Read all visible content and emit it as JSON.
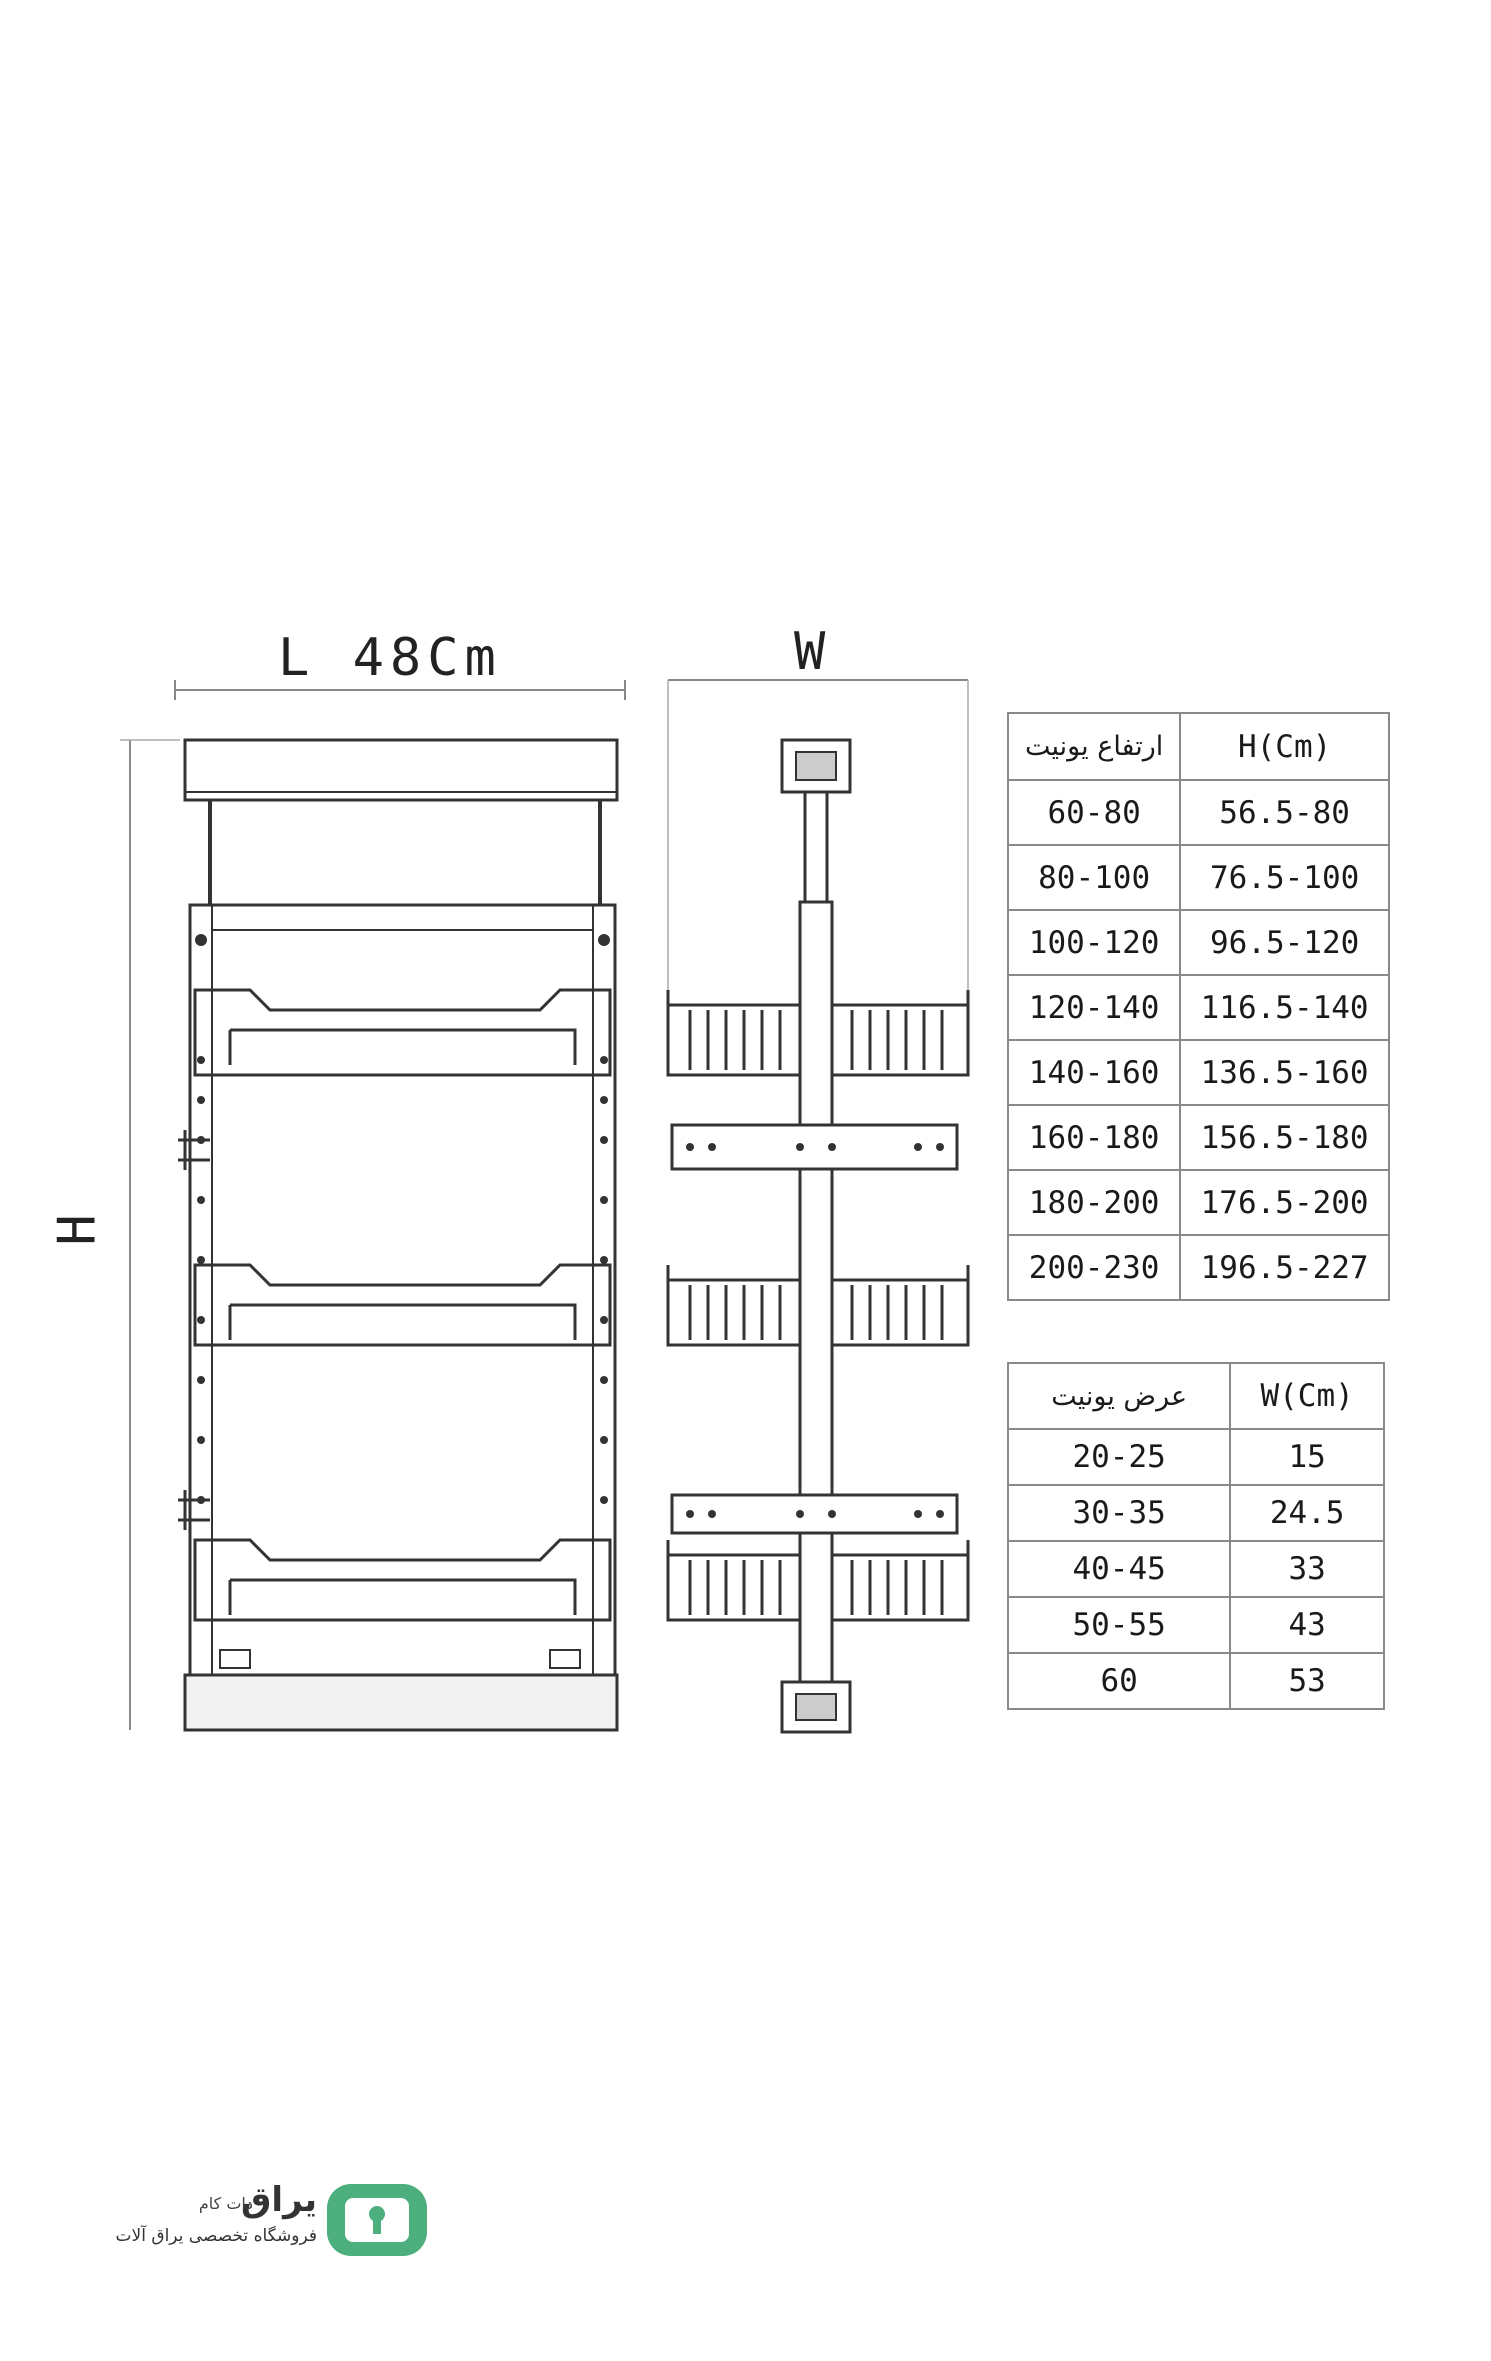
{
  "dimensions": {
    "length_label": "L 48Cm",
    "width_label": "W",
    "height_label": "H"
  },
  "height_table": {
    "headers": [
      "ارتفاع یونیت",
      "H(Cm)"
    ],
    "rows": [
      [
        "60-80",
        "56.5-80"
      ],
      [
        "80-100",
        "76.5-100"
      ],
      [
        "100-120",
        "96.5-120"
      ],
      [
        "120-140",
        "116.5-140"
      ],
      [
        "140-160",
        "136.5-160"
      ],
      [
        "160-180",
        "156.5-180"
      ],
      [
        "180-200",
        "176.5-200"
      ],
      [
        "200-230",
        "196.5-227"
      ]
    ]
  },
  "width_table": {
    "headers": [
      "عرض یونیت",
      "W(Cm)"
    ],
    "rows": [
      [
        "20-25",
        "15"
      ],
      [
        "30-35",
        "24.5"
      ],
      [
        "40-45",
        "33"
      ],
      [
        "50-55",
        "43"
      ],
      [
        "60",
        "53"
      ]
    ]
  },
  "brand": {
    "name": "یراق",
    "suffix": "دات کام",
    "tagline": "فروشگاه تخصصی یراق آلات",
    "color": "#4caf7d"
  }
}
